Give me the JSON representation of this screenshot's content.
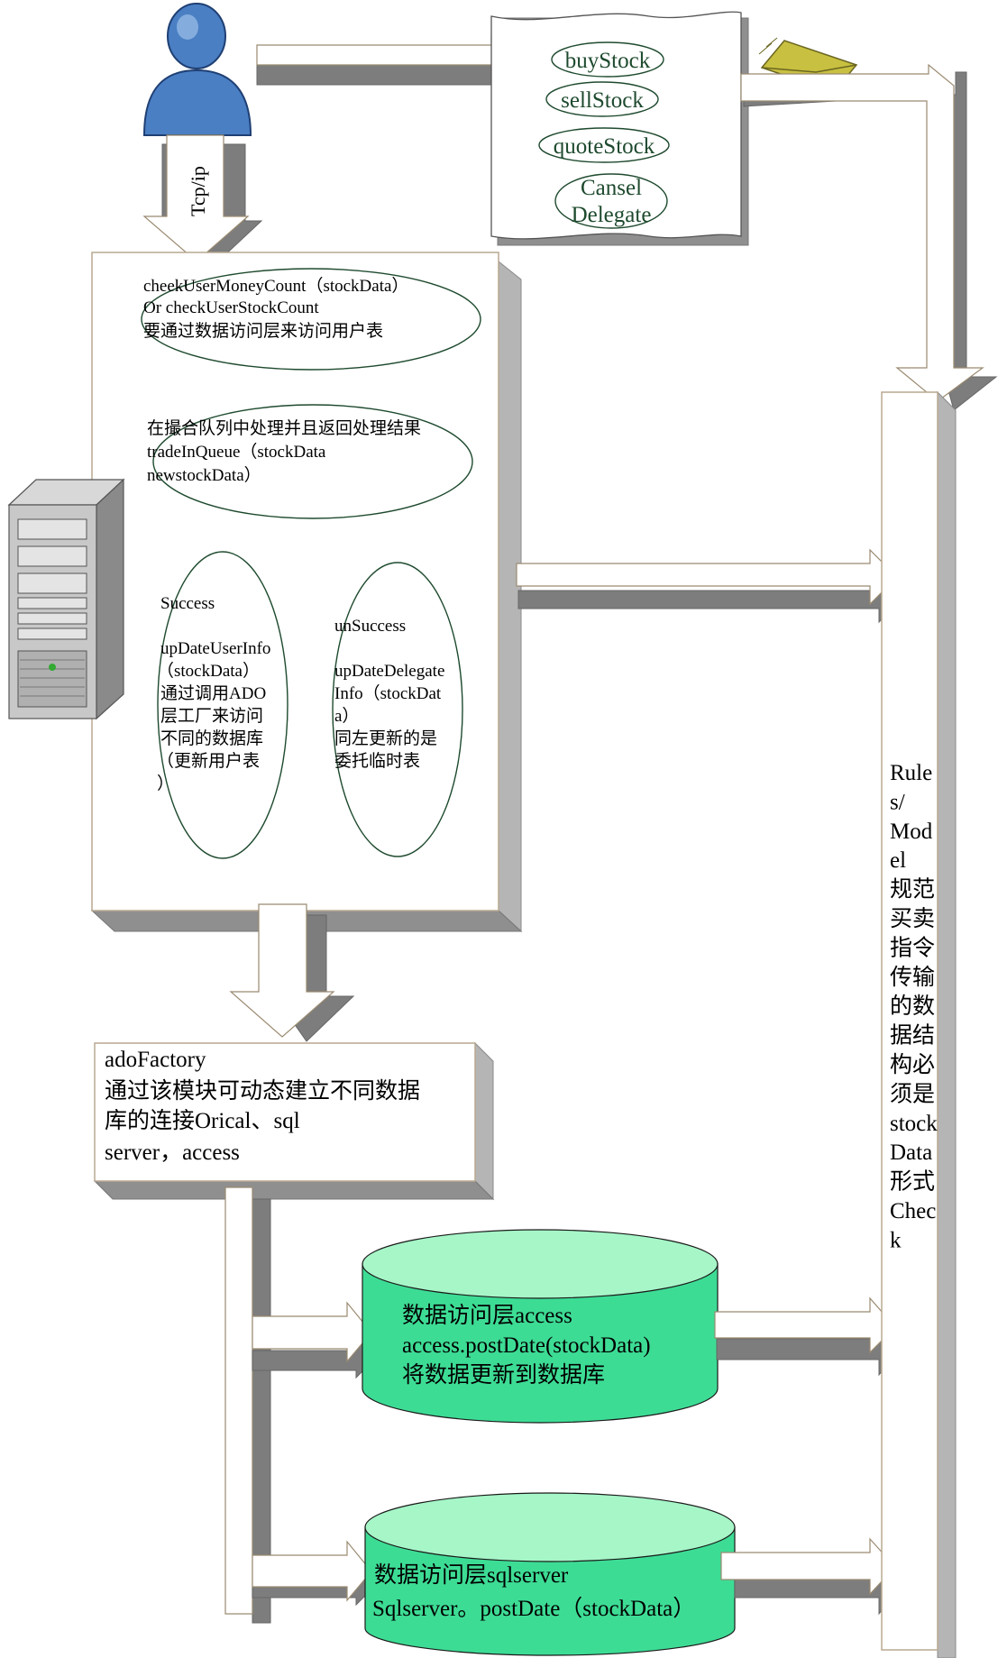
{
  "client": {
    "protocol_label": "Tcp/ip"
  },
  "commands": {
    "items": [
      "buyStock",
      "sellStock",
      "quoteStock"
    ],
    "cancel_line1": "Cansel",
    "cancel_line2": "Delegate"
  },
  "business": {
    "check_lines": [
      "cheekUserMoneyCount（stockData）",
      "Or  checkUserStockCount",
      "要通过数据访问层来访问用户表"
    ],
    "trade_lines": [
      "在撮合队列中处理并且返回处理结果",
      "tradeInQueue（stockData",
      "newstockData）"
    ],
    "success_lines": [
      "Success",
      "",
      "upDateUserInfo",
      "（stockData）",
      "通过调用ADO",
      "层工厂来访问",
      "不同的数据库",
      "（更新用户表",
      "）"
    ],
    "unsuccess_lines": [
      "unSuccess",
      "",
      "upDateDelegate",
      "Info（stockDat",
      "a）",
      "同左更新的是",
      "委托临时表"
    ]
  },
  "ado_factory": {
    "lines": [
      "adoFactory",
      "通过该模块可动态建立不同数据",
      "库的连接Orical、sql",
      "server，access"
    ]
  },
  "db_access": {
    "lines": [
      "数据访问层access",
      "access.postDate(stockData)",
      "将数据更新到数据库"
    ]
  },
  "db_sqlserver": {
    "lines": [
      "数据访问层sqlserver",
      "Sqlserver。postDate（stockData）"
    ]
  },
  "rules": {
    "lines": [
      "Rule",
      "s/",
      "Mod",
      "el",
      "规范",
      "买卖",
      "指令",
      "传输",
      "的数",
      "据结",
      "构必",
      "须是",
      "stock",
      "Data",
      "形式",
      "Chec",
      "k"
    ]
  },
  "colors": {
    "ellipse_stroke": "#1e4a2e",
    "cylinder_body": "#3ddc95",
    "cylinder_top": "#a6f6c8",
    "user_icon": "#4a7fc4",
    "envelope": "#c8c040"
  },
  "icons": [
    "user-icon",
    "envelope-icon",
    "server-tower-icon"
  ]
}
